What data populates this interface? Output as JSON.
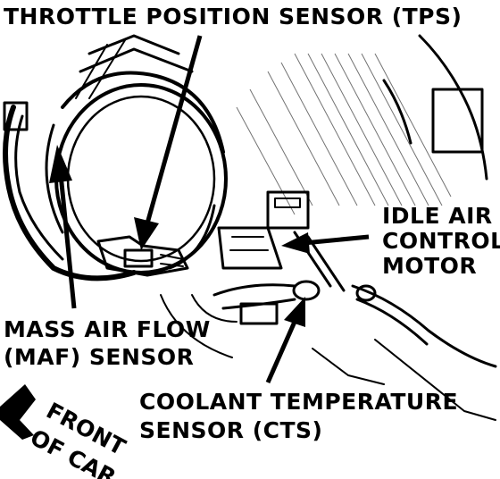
{
  "labels": {
    "tps": "THROTTLE POSITION SENSOR (TPS)",
    "iac_line1": "IDLE AIR",
    "iac_line2": "CONTROL",
    "iac_line3": "MOTOR",
    "maf_line1": "MASS AIR FLOW",
    "maf_line2": "(MAF) SENSOR",
    "cts_line1": "COOLANT TEMPERATURE",
    "cts_line2": "SENSOR (CTS)",
    "front_line1": "FRONT",
    "front_line2": "OF CAR"
  }
}
